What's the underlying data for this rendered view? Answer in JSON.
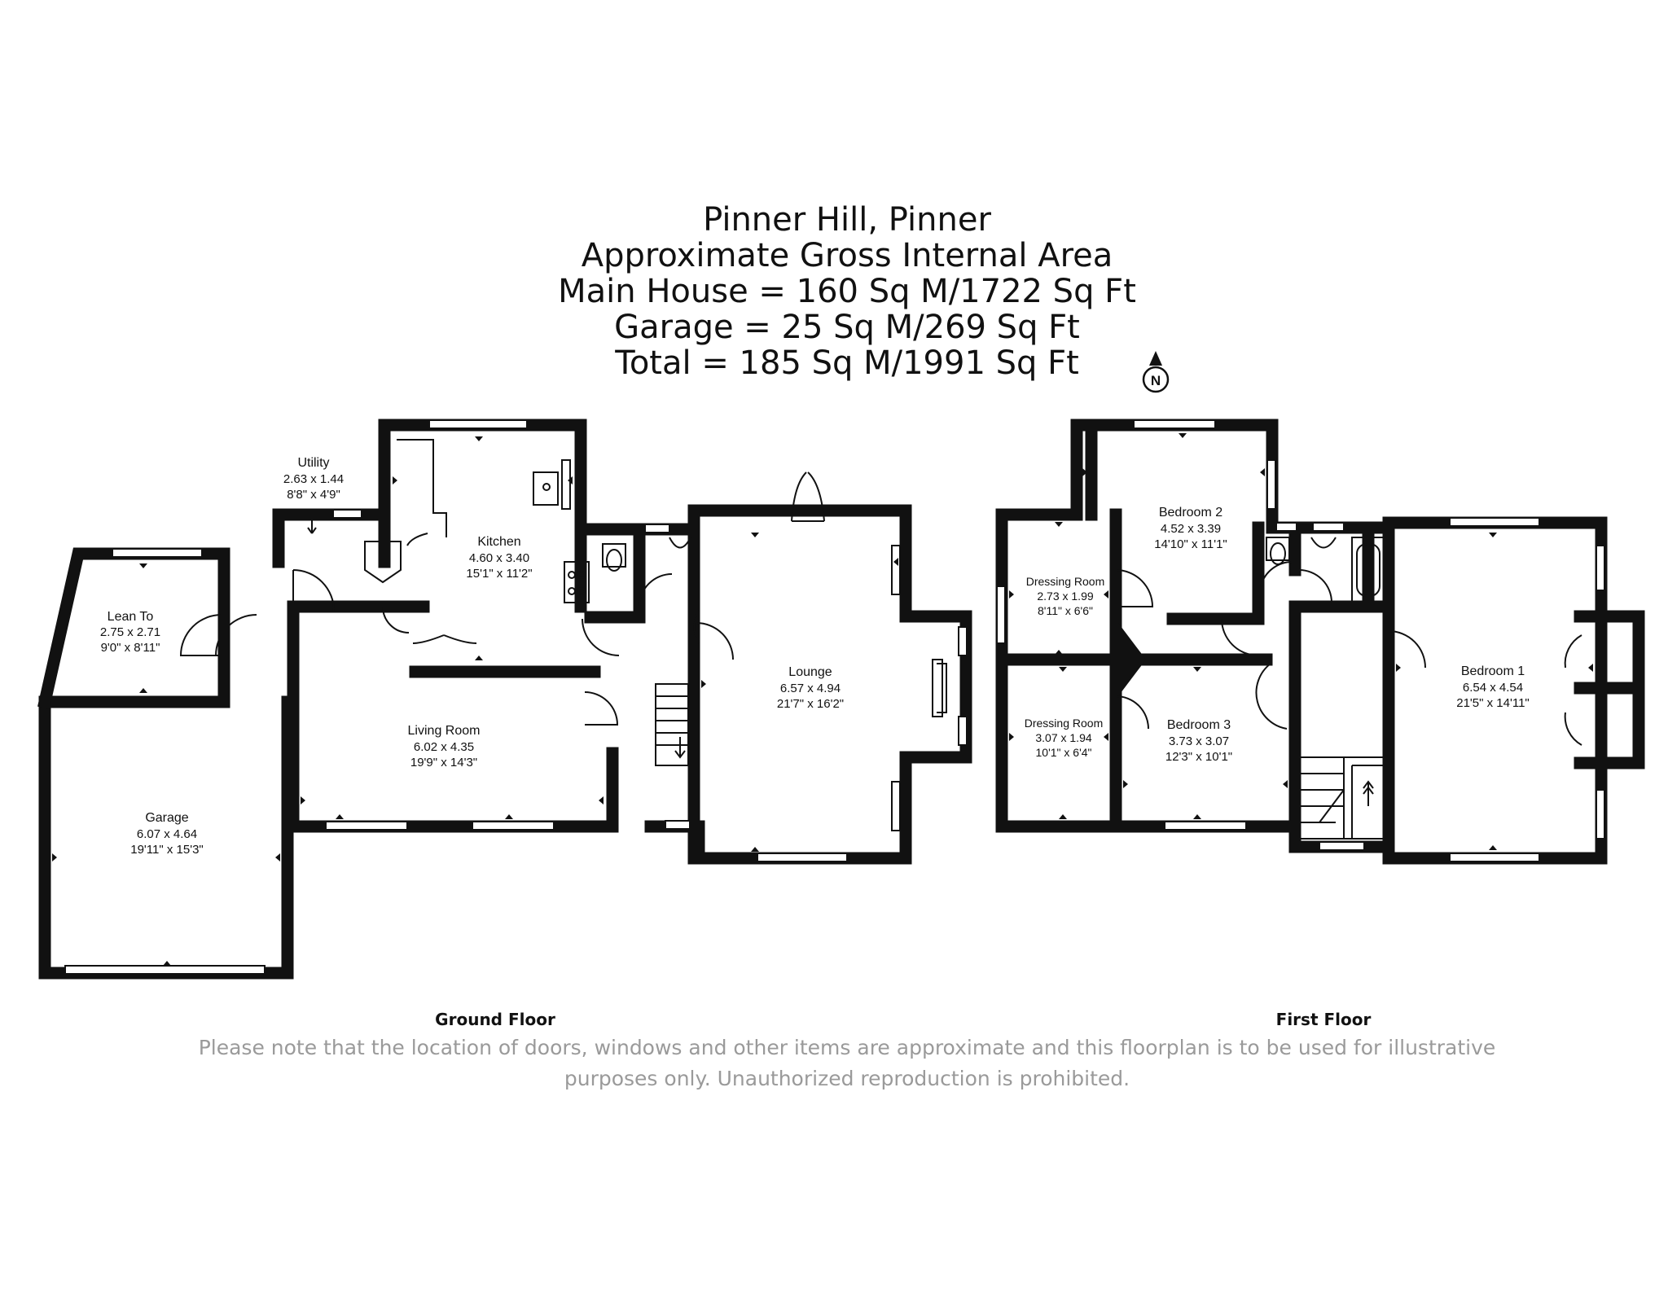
{
  "header": {
    "line1": "Pinner Hill, Pinner",
    "line2": "Approximate Gross Internal Area",
    "line3": "Main House = 160 Sq M/1722 Sq Ft",
    "line4": "Garage = 25 Sq M/269 Sq Ft",
    "line5": "Total = 185 Sq M/1991 Sq Ft"
  },
  "compass": {
    "label": "N"
  },
  "ground_floor": {
    "label": "Ground Floor",
    "rooms": {
      "utility": {
        "name": "Utility",
        "metric": "2.63 x 1.44",
        "imperial": "8'8\" x 4'9\""
      },
      "kitchen": {
        "name": "Kitchen",
        "metric": "4.60 x 3.40",
        "imperial": "15'1\" x 11'2\""
      },
      "lean_to": {
        "name": "Lean To",
        "metric": "2.75 x 2.71",
        "imperial": "9'0\" x 8'11\""
      },
      "lounge": {
        "name": "Lounge",
        "metric": "6.57 x 4.94",
        "imperial": "21'7\" x 16'2\""
      },
      "living_room": {
        "name": "Living Room",
        "metric": "6.02 x 4.35",
        "imperial": "19'9\" x 14'3\""
      },
      "garage": {
        "name": "Garage",
        "metric": "6.07 x 4.64",
        "imperial": "19'11\" x 15'3\""
      }
    }
  },
  "first_floor": {
    "label": "First Floor",
    "rooms": {
      "bedroom2": {
        "name": "Bedroom 2",
        "metric": "4.52 x 3.39",
        "imperial": "14'10\" x 11'1\""
      },
      "dressing1": {
        "name": "Dressing Room",
        "metric": "2.73 x 1.99",
        "imperial": "8'11\" x 6'6\""
      },
      "dressing2": {
        "name": "Dressing Room",
        "metric": "3.07 x 1.94",
        "imperial": "10'1\" x 6'4\""
      },
      "bedroom3": {
        "name": "Bedroom 3",
        "metric": "3.73 x 3.07",
        "imperial": "12'3\" x 10'1\""
      },
      "bedroom1": {
        "name": "Bedroom 1",
        "metric": "6.54 x 4.54",
        "imperial": "21'5\" x 14'11\""
      }
    }
  },
  "disclaimer": {
    "line1": "Please note that the location of doors, windows and other items are approximate and this floorplan is to be used for illustrative",
    "line2": "purposes only. Unauthorized reproduction is prohibited."
  }
}
